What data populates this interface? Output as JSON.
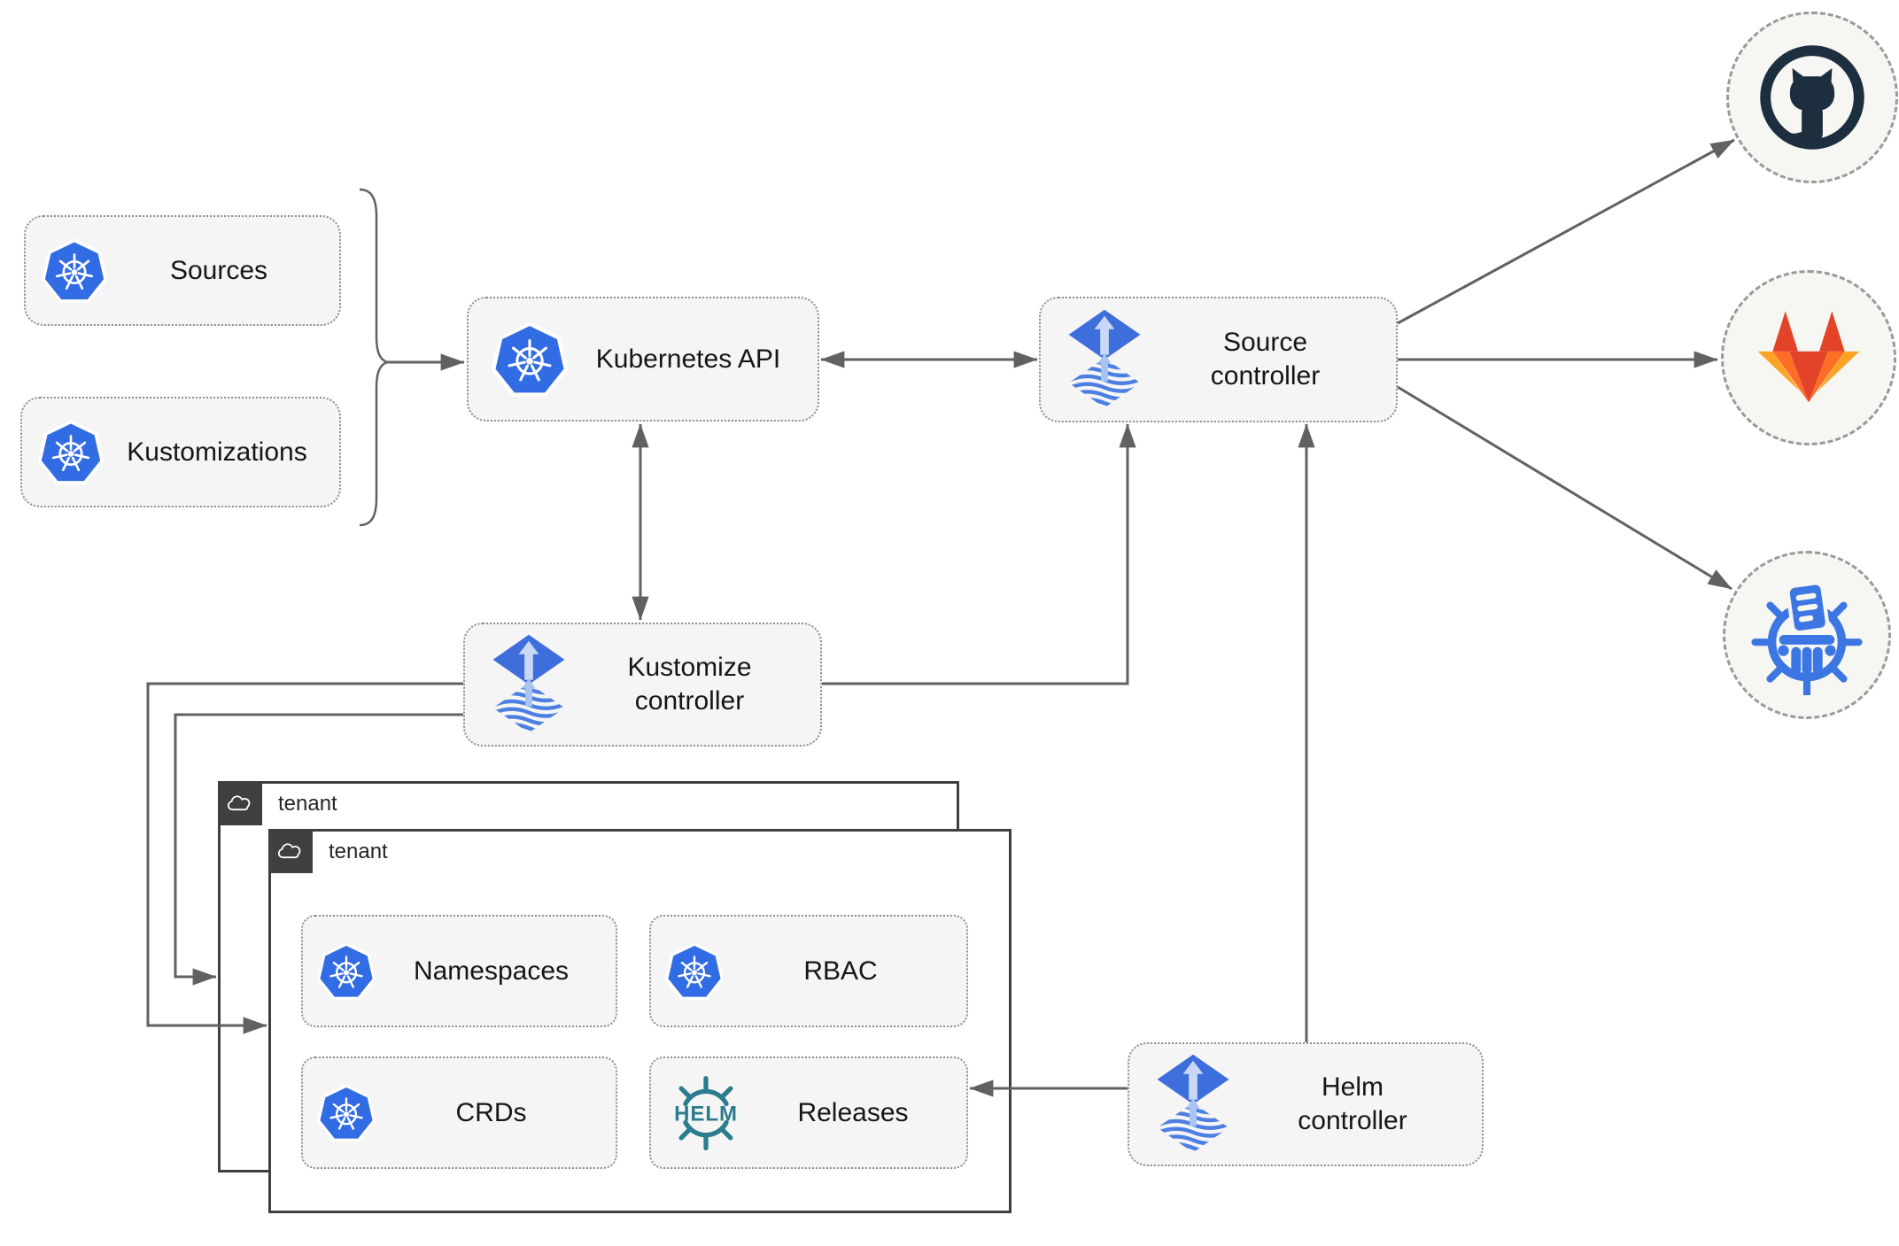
{
  "nodes": {
    "sources": {
      "label": "Sources",
      "icon": "kubernetes-icon"
    },
    "kustomizations": {
      "label": "Kustomizations",
      "icon": "kubernetes-icon"
    },
    "kubernetes_api": {
      "label": "Kubernetes API",
      "icon": "kubernetes-icon"
    },
    "source_controller": {
      "line1": "Source",
      "line2": "controller",
      "icon": "flux-icon"
    },
    "kustomize_controller": {
      "line1": "Kustomize",
      "line2": "controller",
      "icon": "flux-icon"
    },
    "helm_controller": {
      "line1": "Helm",
      "line2": "controller",
      "icon": "flux-icon"
    }
  },
  "tenants": {
    "outer_label": "tenant",
    "inner_label": "tenant",
    "tab_icon": "cloud-icon"
  },
  "tenant_items": [
    {
      "label": "Namespaces",
      "icon": "kubernetes-icon"
    },
    {
      "label": "RBAC",
      "icon": "kubernetes-icon"
    },
    {
      "label": "CRDs",
      "icon": "kubernetes-icon"
    },
    {
      "label": "Releases",
      "icon": "helm-icon"
    }
  ],
  "helm_badge_text": "HELM",
  "externals": [
    {
      "icon": "github-icon"
    },
    {
      "icon": "gitlab-icon"
    },
    {
      "icon": "chartmuseum-icon"
    }
  ],
  "colors": {
    "kubernetes_blue": "#326ce5",
    "flux_blue": "#3d6edc",
    "flux_arrow_light": "#c9d8f6",
    "helm_teal": "#2b7c8e",
    "github_navy": "#1d2e3e",
    "gitlab_red_orange": "#e24329",
    "gitlab_orange": "#fc6d26",
    "gitlab_amber": "#fca326",
    "chartmuseum_blue": "#3b76e3",
    "wire_gray": "#616161",
    "node_fill": "#f5f5f5",
    "tenant_border": "#3f3f3f"
  }
}
